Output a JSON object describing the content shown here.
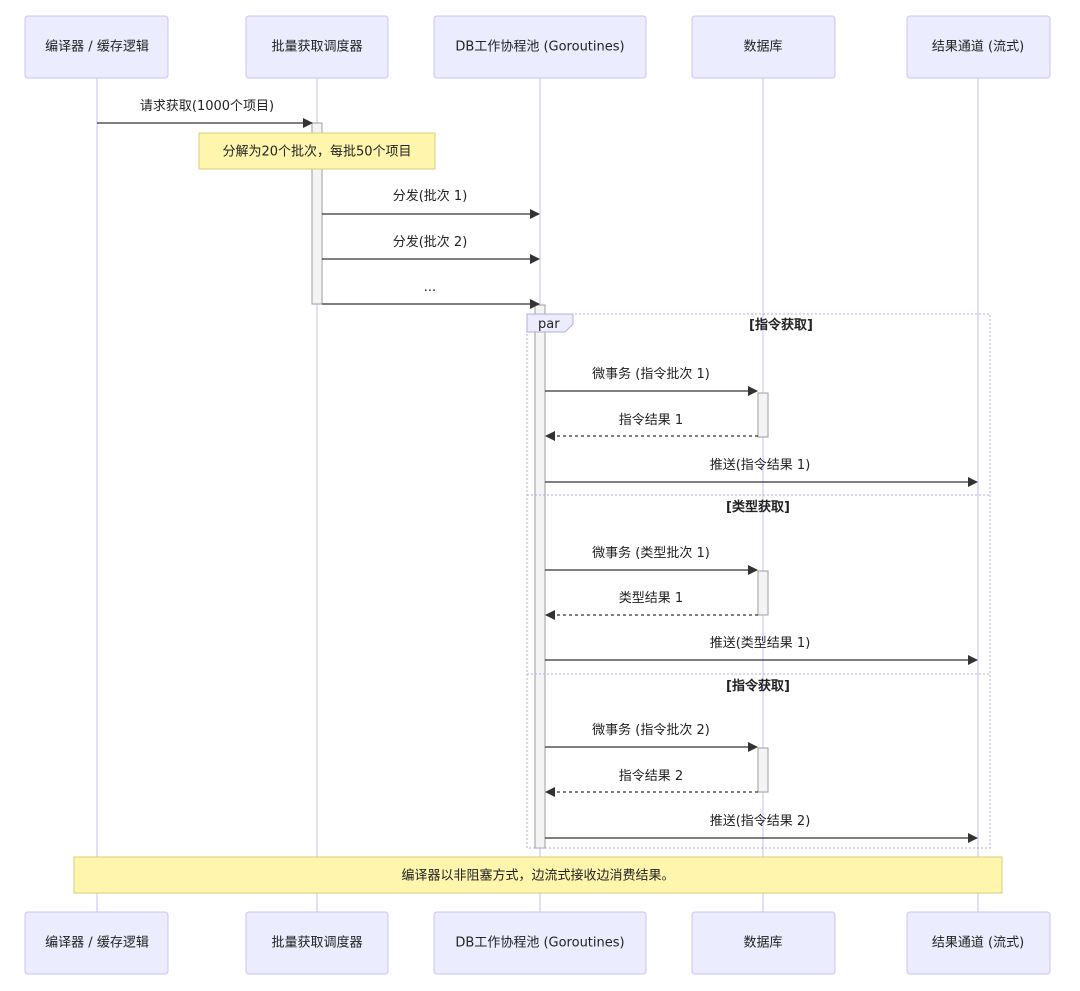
{
  "participants": [
    {
      "id": "compiler",
      "label": "编译器 / 缓存逻辑"
    },
    {
      "id": "scheduler",
      "label": "批量获取调度器"
    },
    {
      "id": "pool",
      "label": "DB工作协程池 (Goroutines)"
    },
    {
      "id": "db",
      "label": "数据库"
    },
    {
      "id": "channel",
      "label": "结果通道 (流式)"
    }
  ],
  "messages": [
    {
      "from": "compiler",
      "to": "scheduler",
      "label": "请求获取(1000个项目)",
      "style": "solid"
    },
    {
      "from": "scheduler",
      "to": "pool",
      "label": "分发(批次 1)",
      "style": "solid"
    },
    {
      "from": "scheduler",
      "to": "pool",
      "label": "分发(批次 2)",
      "style": "solid"
    },
    {
      "from": "scheduler",
      "to": "pool",
      "label": "...",
      "style": "solid"
    },
    {
      "from": "pool",
      "to": "db",
      "label": "微事务 (指令批次 1)",
      "style": "solid"
    },
    {
      "from": "db",
      "to": "pool",
      "label": "指令结果 1",
      "style": "dashed"
    },
    {
      "from": "pool",
      "to": "channel",
      "label": "推送(指令结果 1)",
      "style": "solid"
    },
    {
      "from": "pool",
      "to": "db",
      "label": "微事务 (类型批次 1)",
      "style": "solid"
    },
    {
      "from": "db",
      "to": "pool",
      "label": "类型结果 1",
      "style": "dashed"
    },
    {
      "from": "pool",
      "to": "channel",
      "label": "推送(类型结果 1)",
      "style": "solid"
    },
    {
      "from": "pool",
      "to": "db",
      "label": "微事务 (指令批次 2)",
      "style": "solid"
    },
    {
      "from": "db",
      "to": "pool",
      "label": "指令结果 2",
      "style": "dashed"
    },
    {
      "from": "pool",
      "to": "channel",
      "label": "推送(指令结果 2)",
      "style": "solid"
    }
  ],
  "notes": [
    {
      "over": [
        "scheduler"
      ],
      "text": "分解为20个批次，每批50个项目"
    },
    {
      "over": [
        "compiler",
        "channel"
      ],
      "text": "编译器以非阻塞方式，边流式接收边消费结果。"
    }
  ],
  "frame": {
    "keyword": "par",
    "sections": [
      {
        "label": "[指令获取]"
      },
      {
        "label": "[类型获取]"
      },
      {
        "label": "[指令获取]"
      }
    ]
  }
}
